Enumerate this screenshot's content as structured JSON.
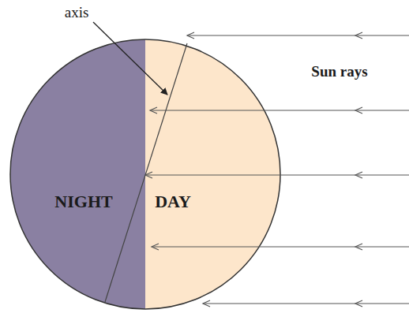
{
  "diagram": {
    "labels": [
      "axis",
      "Sun rays",
      "NIGHT",
      "DAY"
    ]
  }
}
